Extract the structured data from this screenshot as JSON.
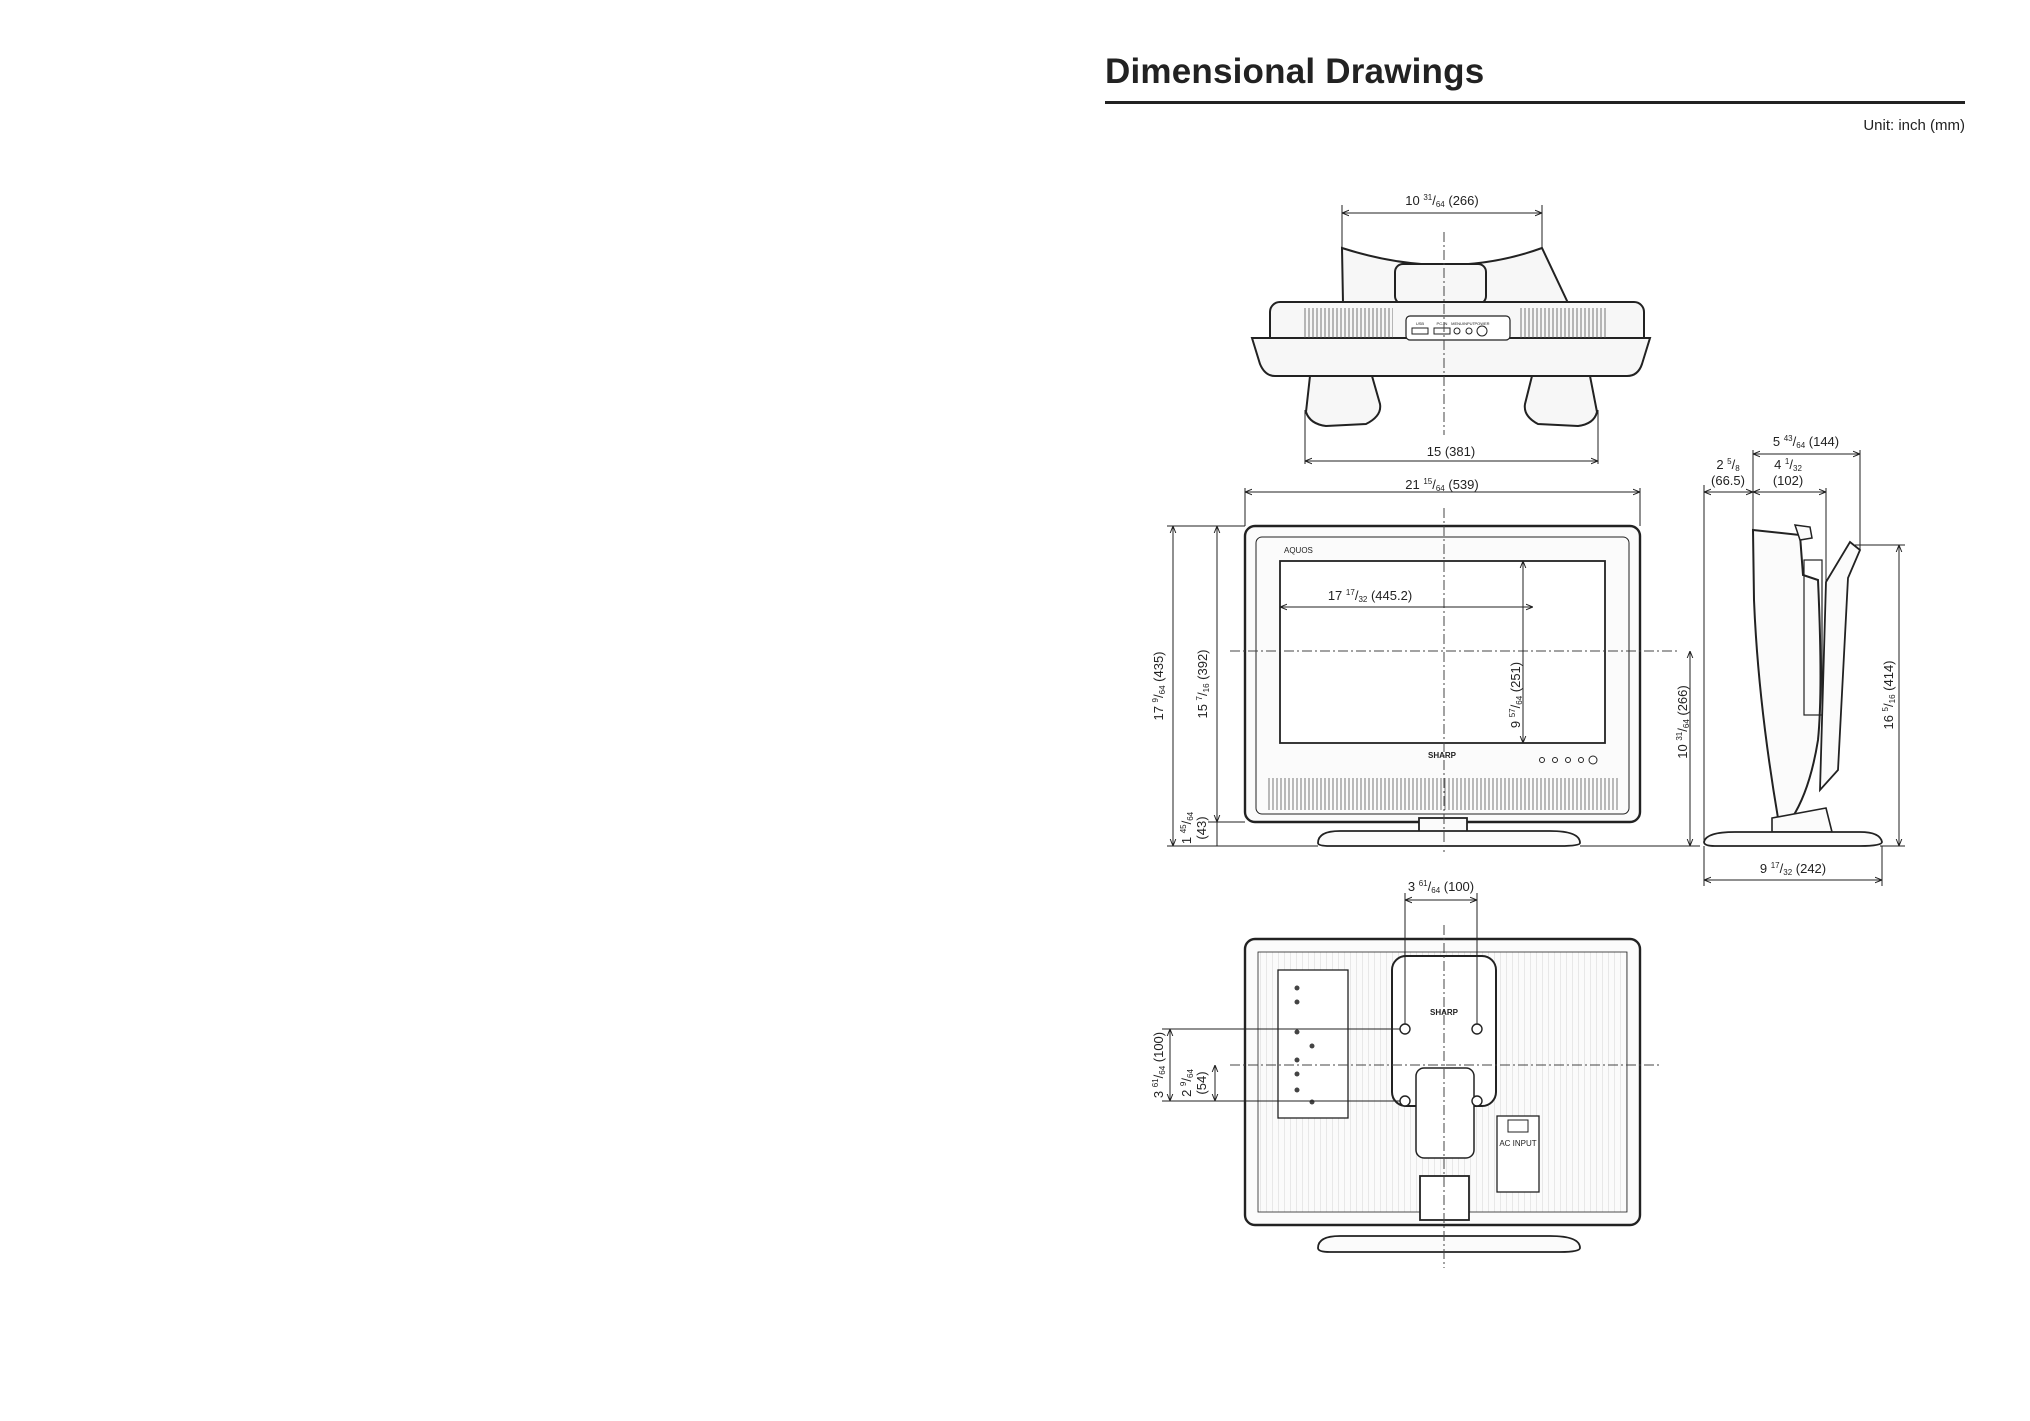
{
  "page": {
    "title": "Dimensional Drawings",
    "unit": "Unit: inch (mm)"
  },
  "brand": {
    "logo": "SHARP",
    "model_series": "AQUOS"
  },
  "top_view": {
    "stand_top_width": [
      "10 ",
      "31",
      "/",
      "64",
      " (266)"
    ],
    "stand_foot_span": "15 (381)",
    "panel_labels": [
      "USB",
      "PC-IN",
      "MENU",
      "INPUT",
      "POWER"
    ]
  },
  "front_view": {
    "overall_width": [
      "21 ",
      "15",
      "/",
      "64",
      " (539)"
    ],
    "screen_width": [
      "17 ",
      "17",
      "/",
      "32",
      " (445.2)"
    ],
    "overall_height": [
      "17 ",
      "9",
      "/",
      "64",
      " (435)"
    ],
    "body_height": [
      "15 ",
      "7",
      "/",
      "16",
      " (392)"
    ],
    "stand_height_frac": [
      "1 ",
      "45",
      "/",
      "64"
    ],
    "stand_height_mm": "(43)",
    "screen_height": [
      "9 ",
      "57",
      "/",
      "64",
      " (251)"
    ],
    "center_height": [
      "10 ",
      "31",
      "/",
      "64",
      " (266)"
    ]
  },
  "side_view": {
    "total_depth": [
      "5 ",
      "43",
      "/",
      "64",
      " (144)"
    ],
    "front_offset_frac": [
      "2 ",
      "5",
      "/",
      "8"
    ],
    "front_offset_mm": "(66.5)",
    "body_depth_frac": [
      "4 ",
      "1",
      "/",
      "32"
    ],
    "body_depth_mm": "(102)",
    "height_to_top": [
      "16 ",
      "5",
      "/",
      "16",
      " (414)"
    ],
    "stand_depth": [
      "9 ",
      "17",
      "/",
      "32",
      " (242)"
    ]
  },
  "rear_view": {
    "vesa_horizontal": [
      "3 ",
      "61",
      "/",
      "64",
      " (100)"
    ],
    "vesa_vertical": [
      "3 ",
      "61",
      "/",
      "64",
      " (100)"
    ],
    "mount_offset_frac": [
      "2 ",
      "9",
      "/",
      "64"
    ],
    "mount_offset_mm": "(54)",
    "ac_label": "AC INPUT"
  }
}
